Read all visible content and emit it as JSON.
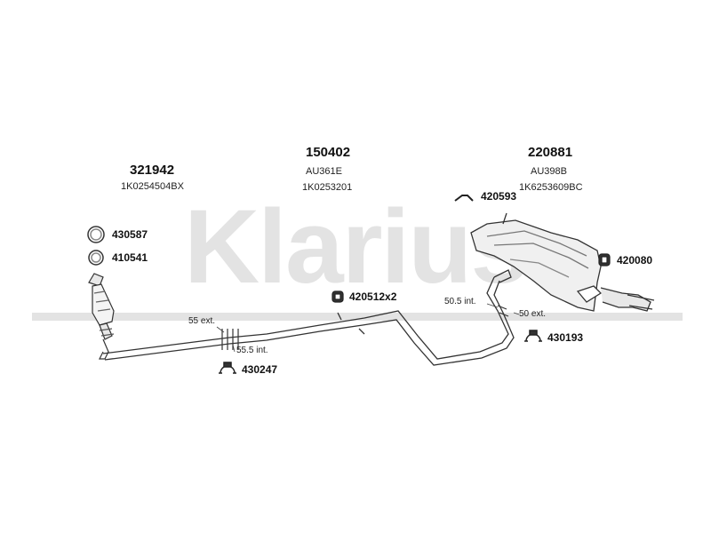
{
  "watermark": {
    "text": "Klarius",
    "color": "#e3e3e3"
  },
  "parts": {
    "front_cat": {
      "number": "321942",
      "ref": "1K0254504BX"
    },
    "middle_pipe": {
      "number": "150402",
      "code": "AU361E",
      "ref": "1K0253201"
    },
    "rear_silencer": {
      "number": "220881",
      "code": "AU398B",
      "ref": "1K6253609BC"
    }
  },
  "fittings": {
    "ring_a": "430587",
    "ring_b": "410541",
    "hanger_top": "420593",
    "rubber_mount_a": "420512x2",
    "rubber_mount_b": "420080",
    "clamp_a": "430193",
    "clamp_b": "430247"
  },
  "dimensions": {
    "d1": "55 ext.",
    "d2": "55.5 int.",
    "d3": "50.5 int.",
    "d4": "50 ext."
  }
}
